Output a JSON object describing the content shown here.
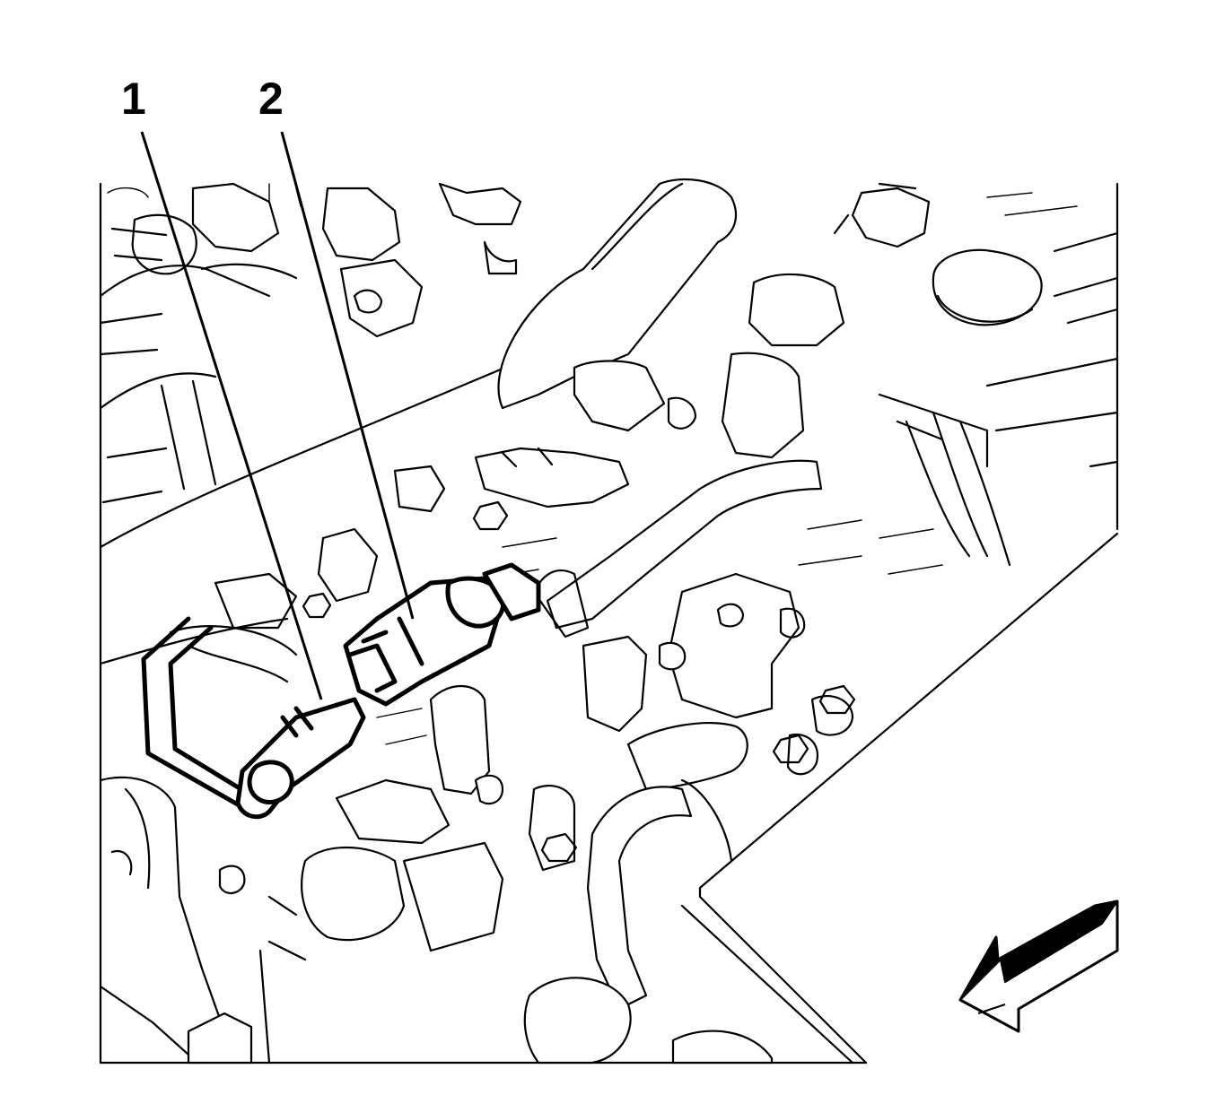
{
  "callouts": [
    {
      "id": "1",
      "label": "1"
    },
    {
      "id": "2",
      "label": "2"
    }
  ],
  "icons": {
    "orientation_arrow": "front-direction-arrow-icon"
  }
}
